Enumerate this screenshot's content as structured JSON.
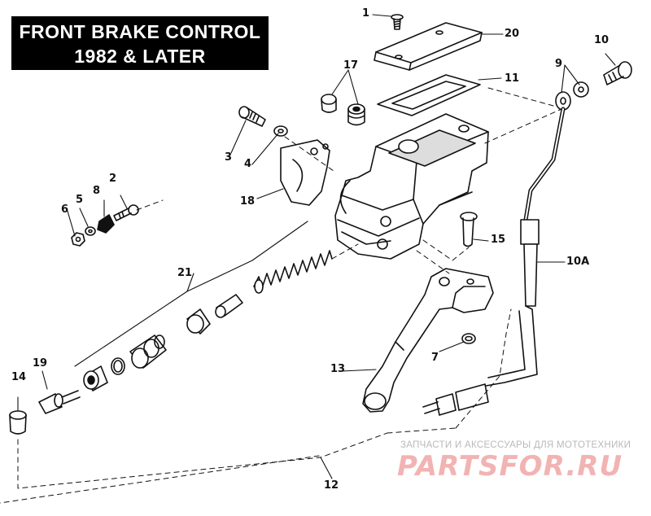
{
  "title": {
    "line1": "FRONT BRAKE CONTROL",
    "line2": "1982 & LATER"
  },
  "callouts": {
    "c1": "1",
    "c2": "2",
    "c3": "3",
    "c4": "4",
    "c5": "5",
    "c6": "6",
    "c7": "7",
    "c8": "8",
    "c9": "9",
    "c10": "10",
    "c10a": "10A",
    "c11": "11",
    "c12": "12",
    "c13": "13",
    "c14": "14",
    "c15": "15",
    "c17": "17",
    "c18": "18",
    "c19": "19",
    "c20": "20",
    "c21": "21"
  },
  "watermark": {
    "text": "ЗАПЧАСТИ И АКСЕССУАРЫ ДЛЯ МОТОТЕХНИКИ",
    "logo": "PARTSFOR.RU"
  }
}
